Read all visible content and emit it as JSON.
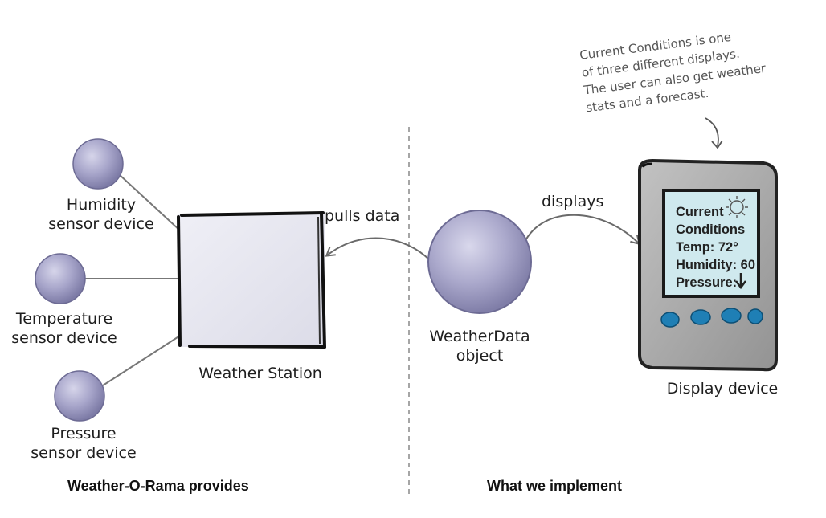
{
  "sensors": {
    "humidity": [
      "Humidity",
      "sensor device"
    ],
    "temperature": [
      "Temperature",
      "sensor device"
    ],
    "pressure": [
      "Pressure",
      "sensor device"
    ]
  },
  "weather_station": {
    "label": "Weather Station"
  },
  "arrows": {
    "pulls": "pulls data",
    "displays": "displays"
  },
  "weather_data": {
    "label": [
      "WeatherData",
      "object"
    ]
  },
  "display_device": {
    "label": "Display device",
    "screen": {
      "title1": "Current",
      "title2": "Conditions",
      "temp": "Temp: 72°",
      "humidity": "Humidity: 60",
      "pressure": "Pressure:"
    }
  },
  "annotation": [
    "Current Conditions is  one",
    "of three different displays.",
    "The user can also get weather",
    "stats and a forecast."
  ],
  "sections": {
    "left": "Weather-O-Rama provides",
    "right": "What we implement"
  },
  "colors": {
    "sphere": "#a5a3c8",
    "box": "#e6e6f0",
    "device": "#a9a9a9",
    "screen": "#cfe9ee",
    "button": "#1f7fb5"
  }
}
